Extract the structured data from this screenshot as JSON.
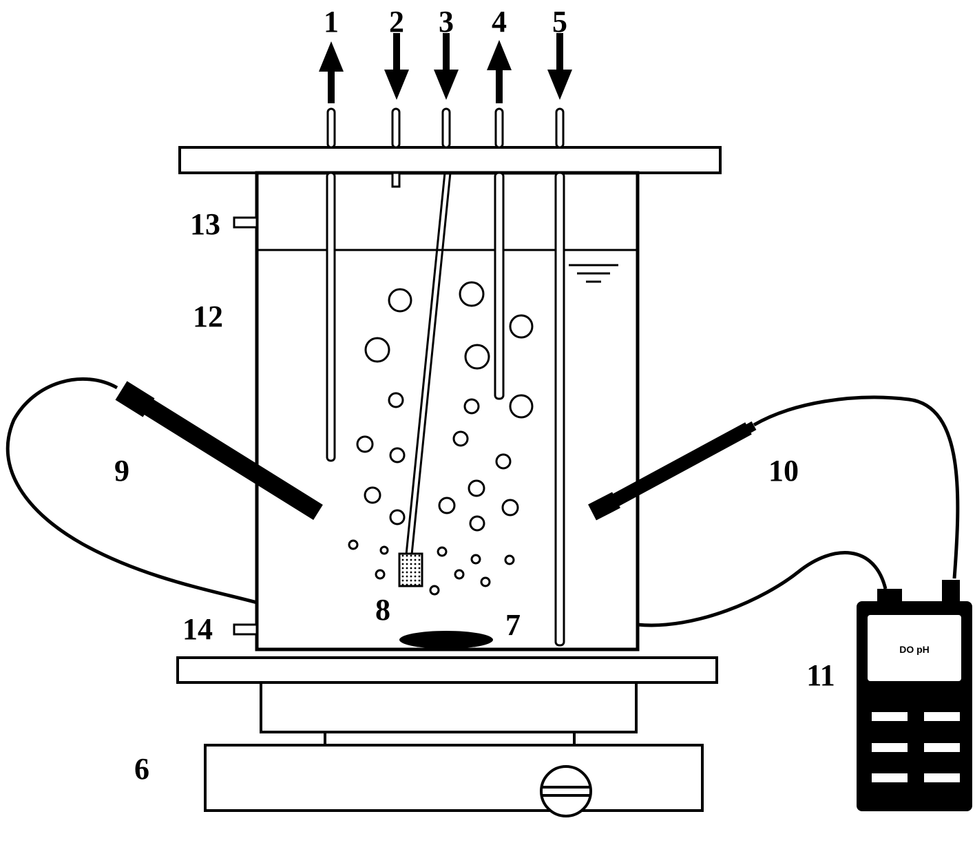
{
  "labels": {
    "n1": "1",
    "n2": "2",
    "n3": "3",
    "n4": "4",
    "n5": "5",
    "n6": "6",
    "n7": "7",
    "n8": "8",
    "n9": "9",
    "n10": "10",
    "n11": "11",
    "n12": "12",
    "n13": "13",
    "n14": "14"
  },
  "meter": {
    "screen_text": "DO pH"
  }
}
